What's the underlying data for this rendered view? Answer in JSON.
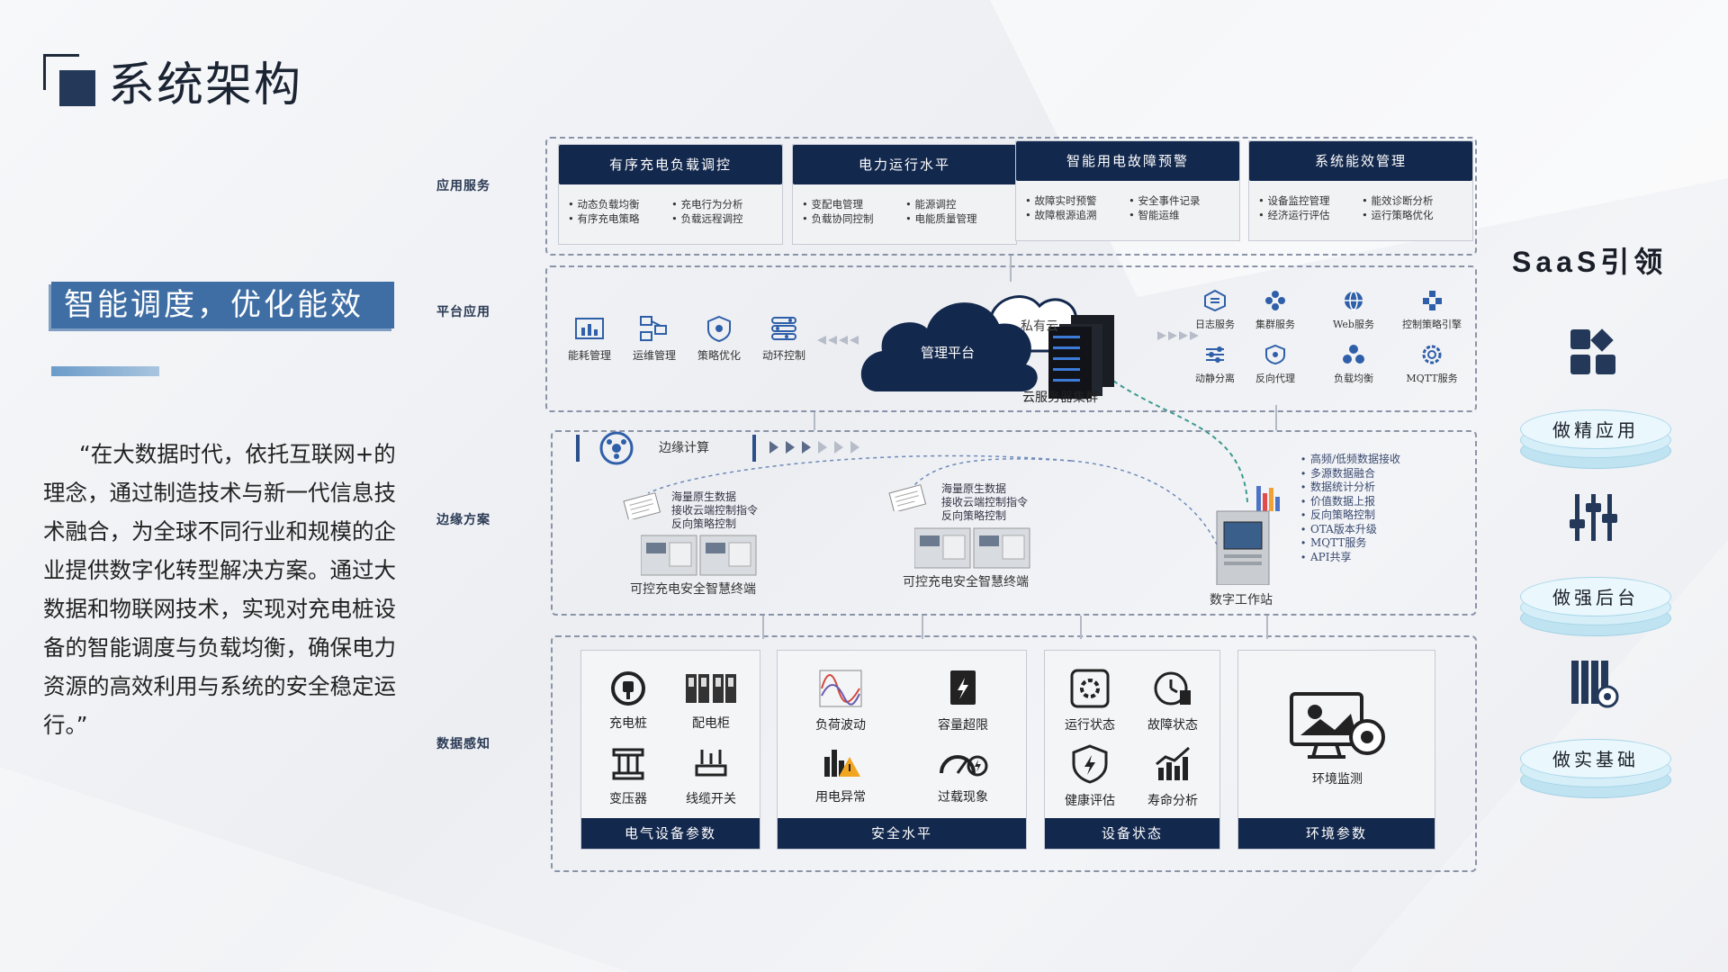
{
  "page_title": "系统架构",
  "subtitle": "智能调度，优化能效",
  "quote": "“在大数据时代，依托互联网+的理念，通过制造技术与新一代信息技术融合，为全球不同行业和规模的企业提供数字化转型解决方案。通过大数据和物联网技术，实现对充电桩设备的智能调度与负载均衡，确保电力资源的高效利用与系统的安全稳定运行。”",
  "layers": {
    "app": "应用服务",
    "platform": "平台应用",
    "edge": "边缘方案",
    "sensing": "数据感知"
  },
  "app_cards": [
    {
      "title": "有序充电负载调控",
      "items": [
        "动态负载均衡",
        "充电行为分析",
        "有序充电策略",
        "负载远程调控"
      ]
    },
    {
      "title": "电力运行水平",
      "items": [
        "变配电管理",
        "能源调控",
        "负载协同控制",
        "电能质量管理"
      ]
    },
    {
      "title": "智能用电故障预警",
      "items": [
        "故障实时预警",
        "安全事件记录",
        "故障根源追溯",
        "智能运维"
      ]
    },
    {
      "title": "系统能效管理",
      "items": [
        "设备监控管理",
        "能效诊断分析",
        "经济运行评估",
        "运行策略优化"
      ]
    }
  ],
  "platform_left": [
    "能耗管理",
    "运维管理",
    "策略优化",
    "动环控制"
  ],
  "cloud": {
    "main": "管理平台",
    "private": "私有云",
    "cluster": "云服务器集群"
  },
  "platform_right_top": [
    "日志服务",
    "集群服务",
    "Web服务",
    "控制策略引擎"
  ],
  "platform_right_bottom": [
    "动静分离",
    "反向代理",
    "负载均衡",
    "MQTT服务"
  ],
  "edge": {
    "header": "边缘计算",
    "terminal_notes": [
      "海量原生数据",
      "接收云端控制指令",
      "反向策略控制"
    ],
    "terminal_label": "可控充电安全智慧终端",
    "workstation_label": "数字工作站",
    "features": [
      "高频/低频数据接收",
      "多源数据融合",
      "数据统计分析",
      "价值数据上报",
      "反向策略控制",
      "OTA版本升级",
      "MQTT服务",
      "API共享"
    ]
  },
  "sensing_groups": [
    {
      "footer": "电气设备参数",
      "items": [
        "充电桩",
        "配电柜",
        "变压器",
        "线缆开关"
      ]
    },
    {
      "footer": "安全水平",
      "items": [
        "负荷波动",
        "容量超限",
        "用电异常",
        "过载现象"
      ]
    },
    {
      "footer": "设备状态",
      "items": [
        "运行状态",
        "故障状态",
        "健康评估",
        "寿命分析"
      ]
    },
    {
      "footer": "环境参数",
      "items": [
        "环境监测"
      ]
    }
  ],
  "saas": {
    "title": "SaaS引领",
    "tiers": [
      "做精应用",
      "做强后台",
      "做实基础"
    ]
  },
  "colors": {
    "navy": "#13284d",
    "accent_blue": "#3f6ea5",
    "icon_blue": "#2f5fa8",
    "disc": "#d5eef7"
  }
}
